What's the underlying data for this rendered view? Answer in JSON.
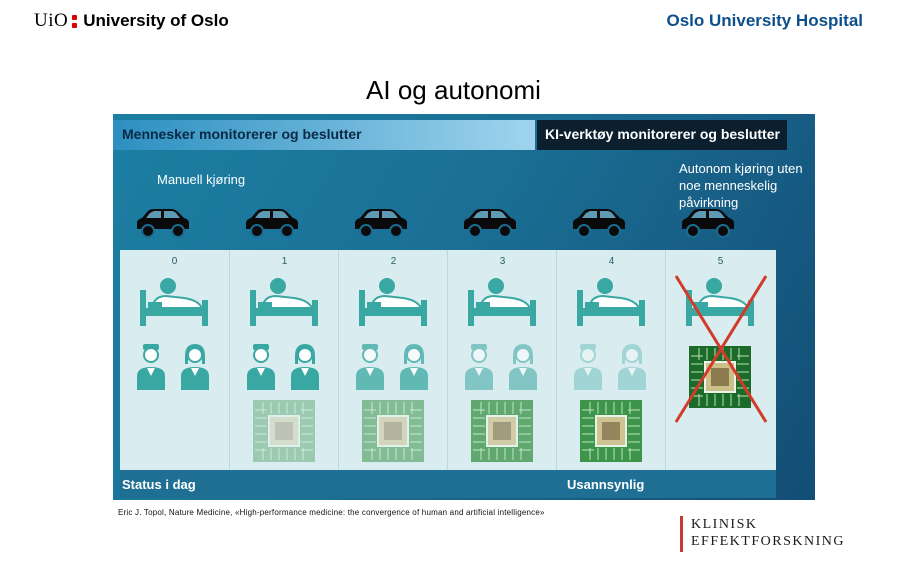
{
  "header": {
    "uio_mark": "UiO",
    "uio_name": "University of Oslo",
    "hospital_name": "Oslo University Hospital"
  },
  "slide": {
    "title": "AI og autonomi"
  },
  "figure": {
    "left_banner": "Mennesker monitorerer og beslutter",
    "right_banner": "KI-verktøy monitorerer og beslutter",
    "manual_label": "Manuell kjøring",
    "auto_label": "Autonom kjøring uten noe menneskelig påvirkning",
    "levels": [
      "0",
      "1",
      "2",
      "3",
      "4",
      "5"
    ],
    "status_left": "Status i dag",
    "status_right": "Usannsynlig"
  },
  "citation": "Eric J. Topol, Nature Medicine, «High-performance medicine: the convergence of human and artificial intelligence»",
  "footer_logo": {
    "line1": "KLINISK",
    "line2": "EFFEKTFORSKNING"
  },
  "colors": {
    "uio_red": "#dd0000",
    "hospital_blue": "#0d4f8b",
    "cross_red": "#d23b2a",
    "chip_green": "#2e8b3a"
  }
}
